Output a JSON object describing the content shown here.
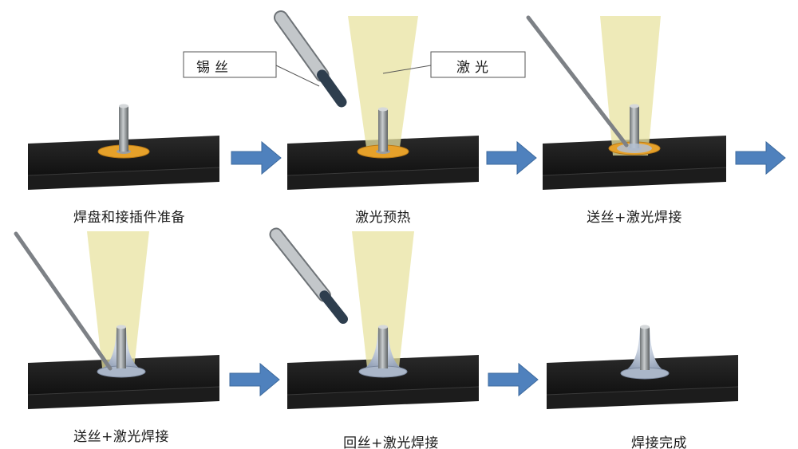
{
  "callouts": {
    "wire": "锡丝",
    "laser": "激光"
  },
  "steps": [
    {
      "caption": "焊盘和接插件准备",
      "state": "pad-and-pin-ready"
    },
    {
      "caption": "激光预热",
      "state": "laser-preheat"
    },
    {
      "caption": "送丝+激光焊接",
      "state": "wire-feed-and-laser-weld"
    },
    {
      "caption": "送丝+激光焊接",
      "state": "wire-feed-and-laser-weld"
    },
    {
      "caption": "回丝+激光焊接",
      "state": "wire-retract-and-laser-weld"
    },
    {
      "caption": "焊接完成",
      "state": "weld-complete"
    }
  ],
  "colors": {
    "board": "#1c1c1c",
    "pad": "#e6a12a",
    "laser_beam": "#e8e3a0",
    "arrow": "#4f81bd",
    "solder_fillet": "#b9c4d6",
    "wire_tip": "#2e3e4e"
  },
  "icons": {
    "arrow": "right-arrow-icon"
  }
}
